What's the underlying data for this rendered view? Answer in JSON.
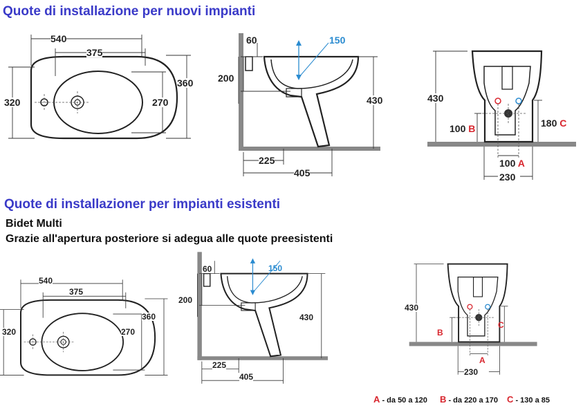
{
  "headings": {
    "new": "Quote di installazione per nuovi impianti",
    "existing": "Quote di installazioner per impianti esistenti",
    "product": "Bidet Multi",
    "note": "Grazie all'apertura posteriore si adegua alle quote preesistenti"
  },
  "top": {
    "plan": {
      "w540": "540",
      "w375": "375",
      "h360": "360",
      "h270": "270",
      "h320": "320"
    },
    "side": {
      "d60": "60",
      "d150": "150",
      "d200": "200",
      "d430": "430",
      "d225": "225",
      "d405": "405"
    },
    "front": {
      "d430": "430",
      "d100b": "100",
      "b": "B",
      "d180c": "180",
      "c": "C",
      "d100a": "100",
      "a": "A",
      "d230": "230"
    }
  },
  "bottom": {
    "plan": {
      "w540": "540",
      "w375": "375",
      "h360": "360",
      "h270": "270",
      "h320": "320"
    },
    "side": {
      "d60": "60",
      "d150": "150",
      "d200": "200",
      "d430": "430",
      "d225": "225",
      "d405": "405"
    },
    "front": {
      "d430": "430",
      "b": "B",
      "c": "C",
      "a": "A",
      "d230": "230"
    }
  },
  "legend": [
    {
      "letter": "A",
      "text": "- da 50 a 120"
    },
    {
      "letter": "B",
      "text": "- da 220 a 170"
    },
    {
      "letter": "C",
      "text": "- 130 a 85"
    }
  ],
  "colors": {
    "heading": "#3a3ac8",
    "accent_red": "#d8262e",
    "accent_blue": "#2a8bd0",
    "floor": "#888888"
  }
}
